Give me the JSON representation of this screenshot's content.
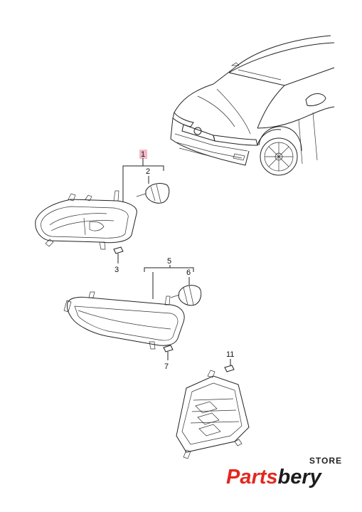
{
  "callouts": [
    {
      "id": "1",
      "label": "1",
      "highlight_color": "#f2b8c6"
    },
    {
      "id": "2",
      "label": "2"
    },
    {
      "id": "3",
      "label": "3"
    },
    {
      "id": "5",
      "label": "5"
    },
    {
      "id": "6",
      "label": "6"
    },
    {
      "id": "7",
      "label": "7"
    },
    {
      "id": "11",
      "label": "11"
    }
  ],
  "brand": {
    "store_text": "STORE",
    "name_part1": "Parts",
    "name_part2": "bery",
    "colors": {
      "accent": "#e2281e",
      "dark": "#1d1d1d"
    }
  }
}
